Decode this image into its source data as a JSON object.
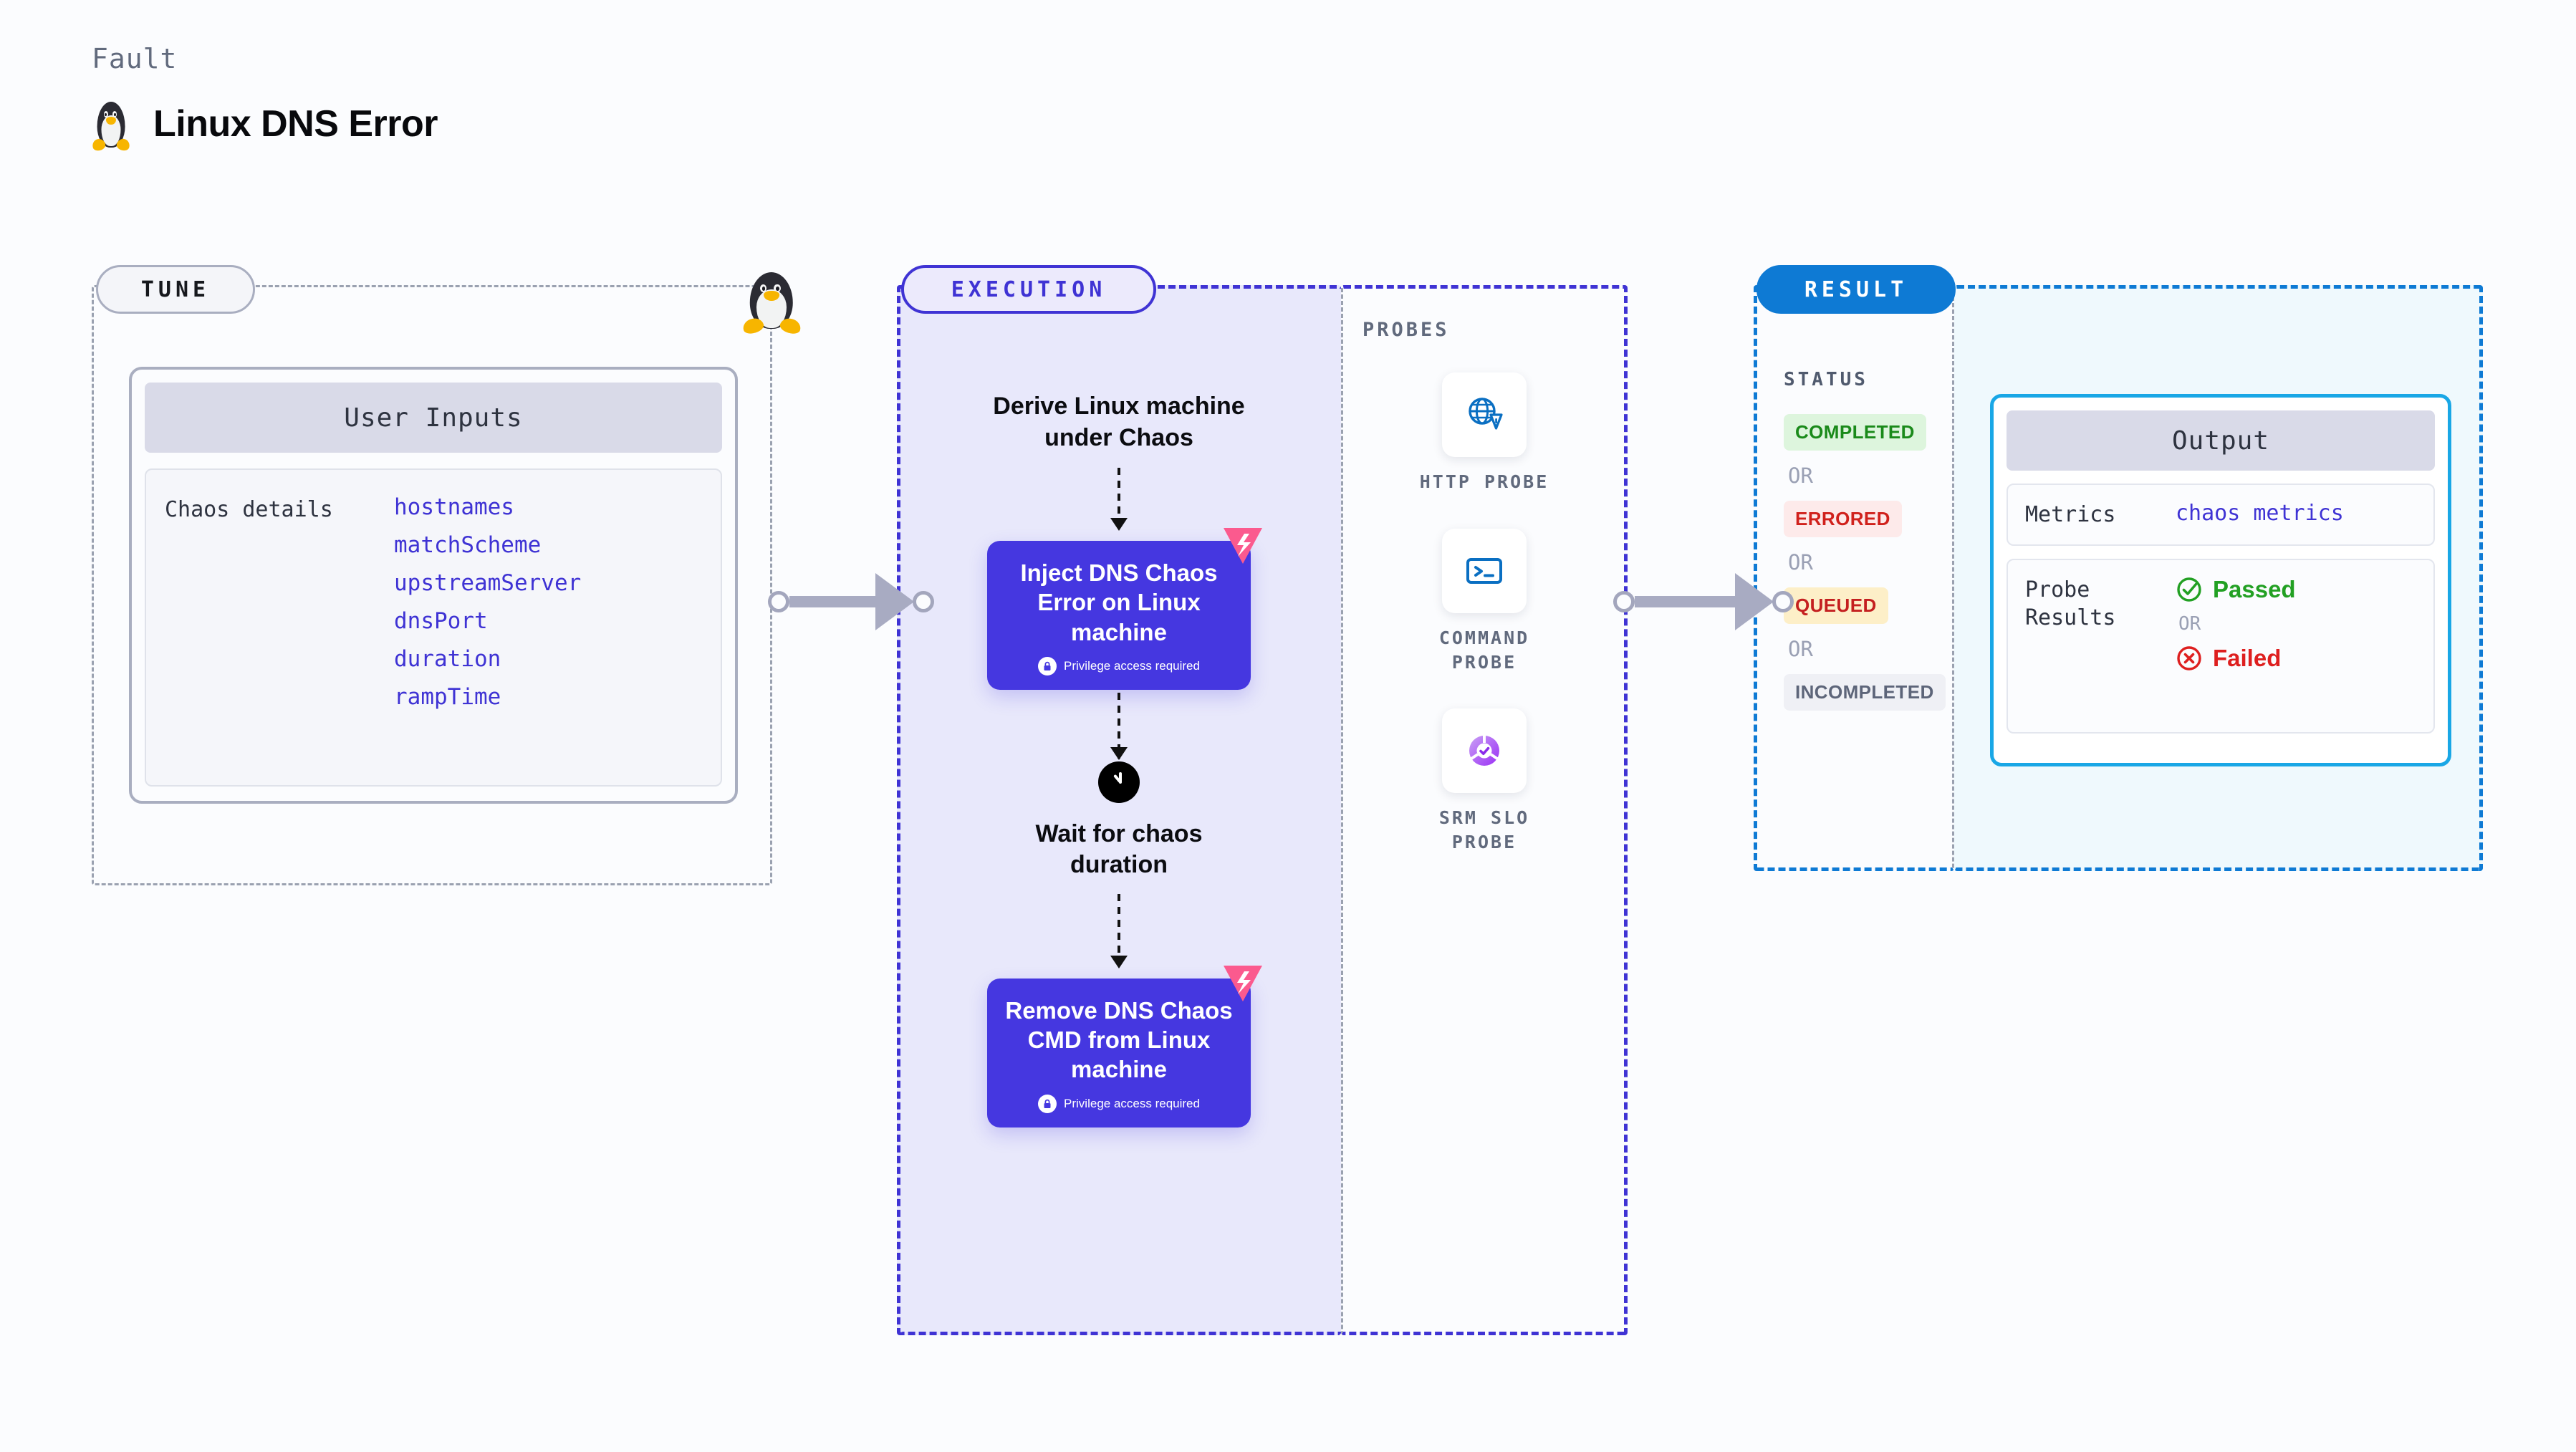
{
  "header": {
    "kicker": "Fault",
    "title": "Linux DNS Error",
    "icon": "linux-penguin-icon"
  },
  "tune": {
    "pill_label": "TUNE",
    "boundary_icon": "linux-penguin-icon",
    "card": {
      "header": "User Inputs",
      "group_label": "Chaos details",
      "params": [
        "hostnames",
        "matchScheme",
        "upstreamServer",
        "dnsPort",
        "duration",
        "rampTime"
      ]
    }
  },
  "execution": {
    "pill_label": "EXECUTION",
    "steps": {
      "derive": "Derive Linux machine under Chaos",
      "inject": {
        "title": "Inject DNS Chaos Error on Linux machine",
        "privilege_note": "Privilege access required",
        "badge_icon": "harness-logo-icon",
        "lock_icon": "lock-icon"
      },
      "wait": {
        "label": "Wait for chaos duration",
        "icon": "clock-icon"
      },
      "remove": {
        "title": "Remove DNS Chaos CMD from Linux machine",
        "privilege_note": "Privilege access required",
        "badge_icon": "harness-logo-icon",
        "lock_icon": "lock-icon"
      }
    }
  },
  "probes": {
    "title": "PROBES",
    "items": [
      {
        "label": "HTTP PROBE",
        "icon": "globe-warning-icon"
      },
      {
        "label": "COMMAND PROBE",
        "icon": "terminal-icon"
      },
      {
        "label": "SRM SLO PROBE",
        "icon": "slo-donut-check-icon"
      }
    ]
  },
  "result": {
    "pill_label": "RESULT",
    "status_title": "STATUS",
    "or_label": "OR",
    "statuses": [
      {
        "label": "COMPLETED",
        "bg": "#ddf5dd",
        "fg": "#1a8a1a"
      },
      {
        "label": "ERRORED",
        "bg": "#fdeaea",
        "fg": "#d0211c"
      },
      {
        "label": "QUEUED",
        "bg": "#fdefc8",
        "fg": "#c41f1f"
      },
      {
        "label": "INCOMPLETED",
        "bg": "#eff0f5",
        "fg": "#5d6579"
      }
    ],
    "output": {
      "header": "Output",
      "metrics_label": "Metrics",
      "metrics_value": "chaos metrics",
      "probe_results_label": "Probe Results",
      "passed_label": "Passed",
      "failed_label": "Failed",
      "or_label": "OR",
      "passed_icon": "check-circle-icon",
      "failed_icon": "x-circle-icon"
    }
  },
  "connectors": [
    {
      "name": "tune-to-execution",
      "icon": "arrow-right-icon"
    },
    {
      "name": "execution-to-result",
      "icon": "arrow-right-icon"
    }
  ],
  "colors": {
    "tune_border": "#9aa1b0",
    "execution_border": "#3f33d4",
    "execution_bg": "#e8e8fb",
    "chaos_node": "#4537e0",
    "result_border": "#0e7ad4",
    "result_bg": "#eff9fd",
    "output_border": "#19a7e6",
    "param_text": "#3f33d4",
    "passed": "#22a023",
    "failed": "#de1f1f"
  }
}
